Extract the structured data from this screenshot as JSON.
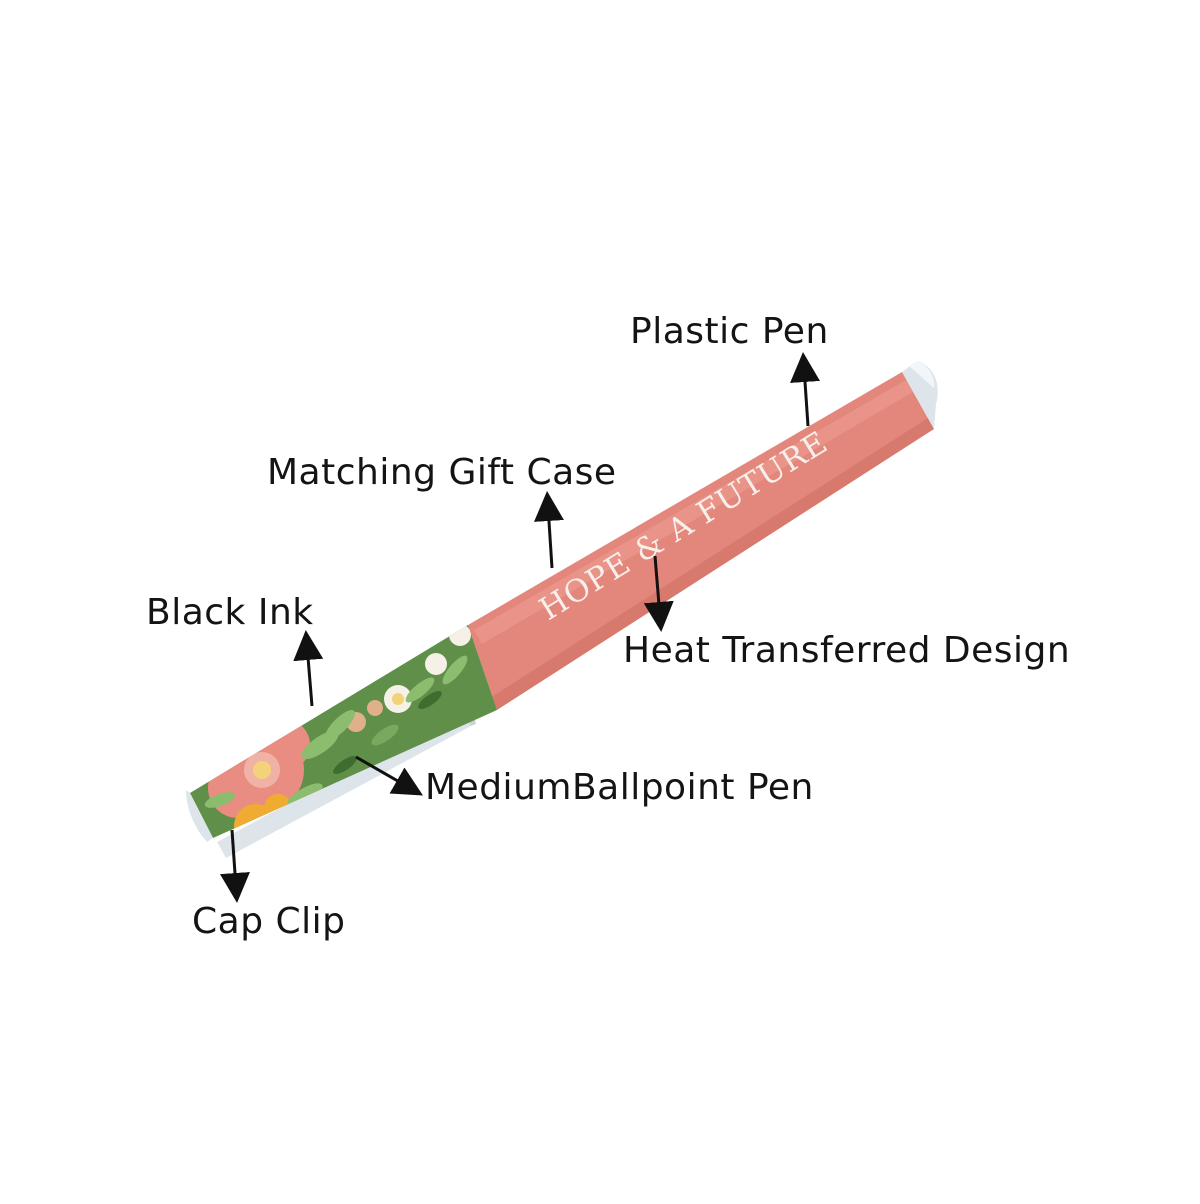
{
  "labels": {
    "plastic_pen": "Plastic Pen",
    "gift_case": "Matching Gift Case",
    "black_ink": "Black Ink",
    "heat_transfer": "Heat Transferred Design",
    "medium_ballpoint": "MediumBallpoint Pen",
    "cap_clip": "Cap Clip"
  },
  "pen": {
    "imprint": "HOPE & A FUTURE"
  },
  "colors": {
    "barrel": "#e3867b",
    "floral_green": "#5f8f48",
    "flower_pink": "#e98d82",
    "flower_yellow": "#f0ab32",
    "cap_clip": "#dde5eb",
    "imprint": "#f7efe9",
    "arrow": "#111111"
  }
}
